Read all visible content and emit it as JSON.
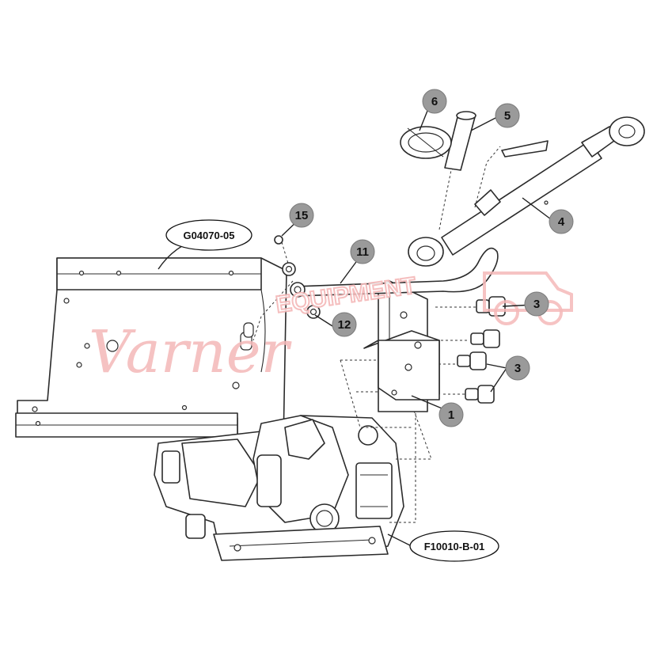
{
  "diagram": {
    "part_numbers": {
      "plate": "G04070-05",
      "valve": "F10010-B-01"
    },
    "callouts": [
      {
        "id": "callout-1",
        "label": "1"
      },
      {
        "id": "callout-3a",
        "label": "3"
      },
      {
        "id": "callout-3b",
        "label": "3"
      },
      {
        "id": "callout-4",
        "label": "4"
      },
      {
        "id": "callout-5",
        "label": "5"
      },
      {
        "id": "callout-6",
        "label": "6"
      },
      {
        "id": "callout-11",
        "label": "11"
      },
      {
        "id": "callout-12",
        "label": "12"
      },
      {
        "id": "callout-15",
        "label": "15"
      }
    ],
    "watermark": {
      "script": "Varner",
      "block": "EQUIPMENT"
    },
    "colors": {
      "line": "#2b2b2b",
      "bubble": "#9a9a9a",
      "watermark": "#f4b8b8"
    }
  }
}
